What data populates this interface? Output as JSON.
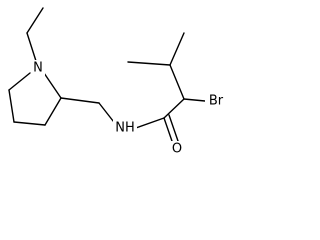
{
  "atom_labels": {
    "ring_nitrogen": "N",
    "amide_nitrogen": "NH",
    "bromine": "Br",
    "carbonyl_oxygen": "O"
  },
  "colors": {
    "bond": "#000000",
    "text": "#000000",
    "background": "#ffffff"
  }
}
